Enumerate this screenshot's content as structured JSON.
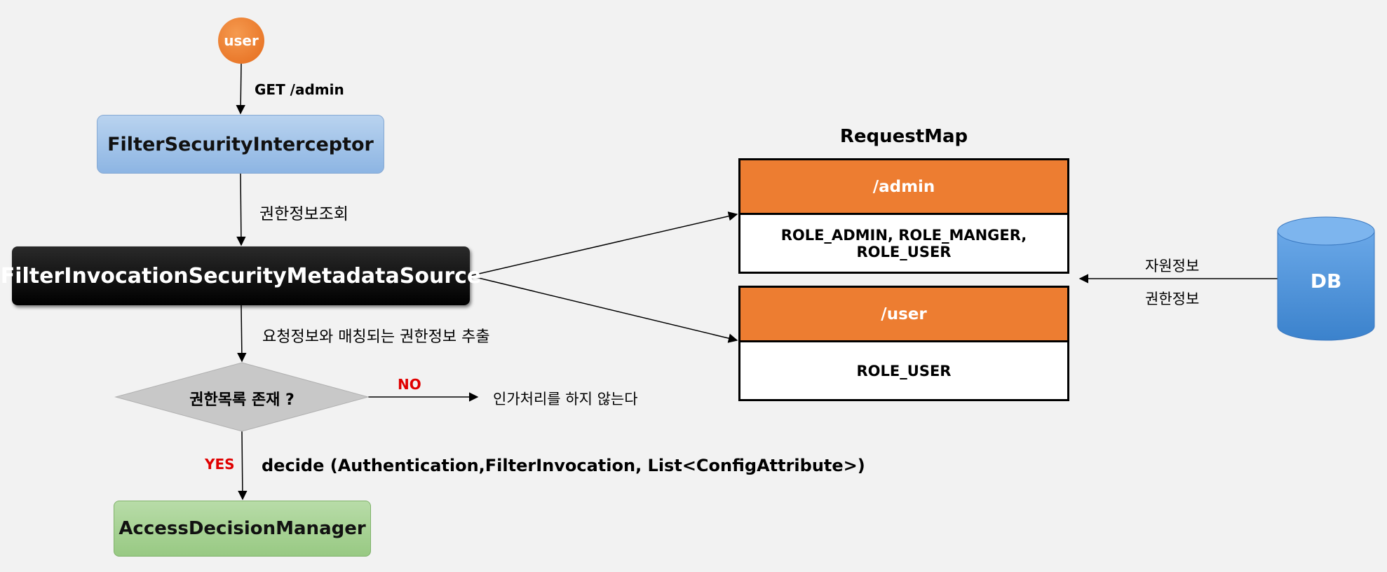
{
  "user": {
    "label": "user"
  },
  "request": {
    "label": "GET /admin"
  },
  "filter_security_interceptor": {
    "label": "FilterSecurityInterceptor"
  },
  "query_label": "권한정보조회",
  "metadata_source": {
    "label": "FilterInvocationSecurityMetadataSource"
  },
  "extract_label": "요청정보와 매칭되는 권한정보 추출",
  "decision": {
    "label": "권한목록 존재 ?",
    "no_label": "NO",
    "no_result": "인가처리를 하지 않는다",
    "yes_label": "YES"
  },
  "decide_label": "decide (Authentication,FilterInvocation, List<ConfigAttribute>)",
  "access_decision_manager": {
    "label": "AccessDecisionManager"
  },
  "request_map": {
    "title": "RequestMap",
    "entries": [
      {
        "path": "/admin",
        "roles": "ROLE_ADMIN, ROLE_MANGER, ROLE_USER"
      },
      {
        "path": "/user",
        "roles": "ROLE_USER"
      }
    ]
  },
  "db": {
    "label": "DB",
    "resource_label": "자원정보",
    "authority_label": "권한정보"
  },
  "colors": {
    "orange": "#ed7d31",
    "blue": "#9dc3e6",
    "green": "#a9d18e",
    "black": "#000000",
    "red": "#e00000",
    "gray_diamond": "#c8c8c8",
    "db_blue": "#4a90d9"
  }
}
